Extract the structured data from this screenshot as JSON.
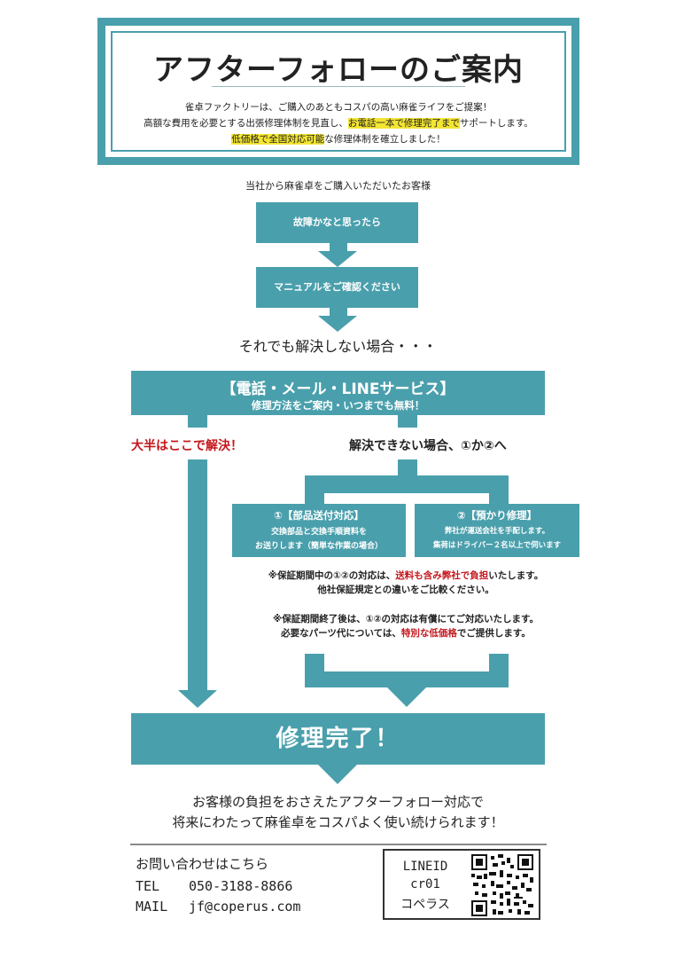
{
  "hero": {
    "title": "アフターフォローのご案内",
    "line1": "雀卓ファクトリーは、ご購入のあともコスパの高い麻雀ライフをご提案！",
    "line2_pre": "高額な費用を必要とする出張修理体制を見直し、",
    "line2_hl": "お電話一本で修理完了まで",
    "line2_post": "サポートします。",
    "line3_hl": "低価格で全国対応可能",
    "line3_post": "な修理体制を確立しました！"
  },
  "intro": "当社から麻雀卓をご購入いただいたお客様",
  "step1": "故障かなと思ったら",
  "step2": "マニュアルをご確認ください",
  "still_not": "それでも解決しない場合・・・",
  "service": {
    "title": "【電話・メール・LINEサービス】",
    "subtitle": "修理方法をご案内・いつまでも無料！"
  },
  "solved_here": "大半はここで解決！",
  "unsolved": "解決できない場合、①か②へ",
  "option1": {
    "title": "①【部品送付対応】",
    "line1": "交換部品と交換手順資料を",
    "line2": "お送りします（簡単な作業の場合）"
  },
  "option2": {
    "title": "②【預かり修理】",
    "line1": "弊社が運送会社を手配します。",
    "line2": "集荷はドライバー２名以上で伺います"
  },
  "note1": {
    "pre": "※保証期間中の①②の対応は、",
    "red": "送料も含み弊社で負担",
    "post": "いたします。",
    "line2": "他社保証規定との違いをご比較ください。"
  },
  "note2": {
    "line1": "※保証期間終了後は、①②の対応は有償にてご対応いたします。",
    "pre": "必要なパーツ代については、",
    "red": "特別な低価格",
    "post": "でご提供します。"
  },
  "complete": "修理完了！",
  "closing1": "お客様の負担をおさえたアフターフォロー対応で",
  "closing2": "将来にわたって麻雀卓をコスパよく使い続けられます！",
  "contact": {
    "heading": "お問い合わせはこちら",
    "tel_label": "TEL",
    "tel": "050-3188-8866",
    "mail_label": "MAIL",
    "mail": "jf@coperus.com"
  },
  "line_box": {
    "label": "LINEID",
    "id": "cr01",
    "name": "コペラス"
  },
  "colors": {
    "accent": "#4a9fac",
    "highlight": "#f3e533",
    "red": "#c4161c"
  },
  "icons": [
    "qr-code-icon"
  ]
}
